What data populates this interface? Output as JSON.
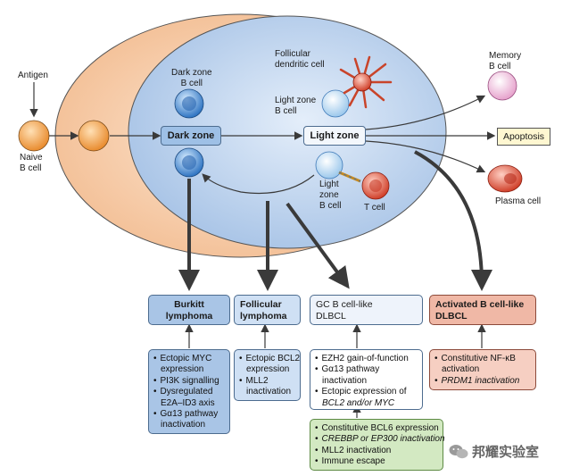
{
  "labels": {
    "antigen": "Antigen",
    "naive_b_cell": [
      "Naive",
      "B cell"
    ],
    "dark_zone_b_cell": [
      "Dark zone",
      "B cell"
    ],
    "follicular_dendritic_cell": [
      "Follicular",
      "dendritic cell"
    ],
    "light_zone_b_cell_top": [
      "Light zone",
      "B cell"
    ],
    "light_zone_b_cell_bottom": [
      "Light",
      "zone",
      "B cell"
    ],
    "t_cell": "T cell",
    "memory_b_cell": [
      "Memory",
      "B cell"
    ],
    "plasma_cell": "Plasma cell",
    "apoptosis": "Apoptosis"
  },
  "zones": {
    "dark_zone": "Dark zone",
    "light_zone": "Light zone"
  },
  "lymphomas": [
    {
      "title": [
        "Burkitt",
        "lymphoma"
      ]
    },
    {
      "title": [
        "Follicular",
        "lymphoma"
      ]
    },
    {
      "title": [
        "GC B cell-like",
        "DLBCL"
      ]
    },
    {
      "title": [
        "Activated B cell-like",
        "DLBCL"
      ]
    }
  ],
  "mutation_lists": {
    "burkitt": [
      "Ectopic MYC",
      "expression",
      "PI3K signalling",
      "Dysregulated",
      "E2A–ID3 axis",
      "Gα13 pathway",
      "inactivation"
    ],
    "follicular": [
      "Ectopic BCL2",
      "expression",
      "MLL2",
      "inactivation"
    ],
    "gcb": [
      "EZH2 gain-of-function",
      "Gα13 pathway",
      "inactivation",
      "Ectopic expression of",
      "BCL2 and/or MYC"
    ],
    "abc": [
      "Constitutive NF-κB",
      "activation",
      "PRDM1 inactivation"
    ],
    "shared": [
      "Constitutive BCL6 expression",
      "CREBBP or EP300 inactivation",
      "MLL2 inactivation",
      "Immune escape"
    ]
  },
  "watermark": "邦耀实验室",
  "colors": {
    "gc_outer": "#f6c9a1",
    "gc_inner": "#bcd3ee",
    "arrow": "#3a3a3a",
    "box_blue": "#a9c5e6",
    "box_light": "#e6effa",
    "box_red": "#f0b8a6",
    "box_green": "#d3e9c2"
  }
}
